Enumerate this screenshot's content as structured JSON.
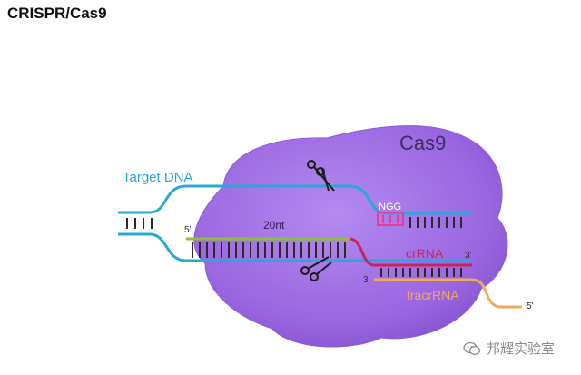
{
  "title": "CRISPR/Cas9",
  "labels": {
    "cas9": "Cas9",
    "target_dna": "Target DNA",
    "pam": "NGG",
    "nt20": "20nt",
    "five_prime_left": "5'",
    "crRNA": "crRNA",
    "three_prime_crRNA": "3'",
    "three_prime_tracr": "3'",
    "tracrRNA": "tracrRNA",
    "five_prime_right": "5'"
  },
  "watermark": {
    "text": "邦耀实验室",
    "icon": "wechat-icon"
  },
  "colors": {
    "dna_strand": "#29a8d6",
    "cas9_fill": "#a070e4",
    "crRNA_strand": "#c8245c",
    "tracrRNA_strand": "#f2aa5a",
    "guide_segment": "#8cbf3a",
    "pam_box": "#e63d9a",
    "scissors": "#1a1a1a"
  }
}
